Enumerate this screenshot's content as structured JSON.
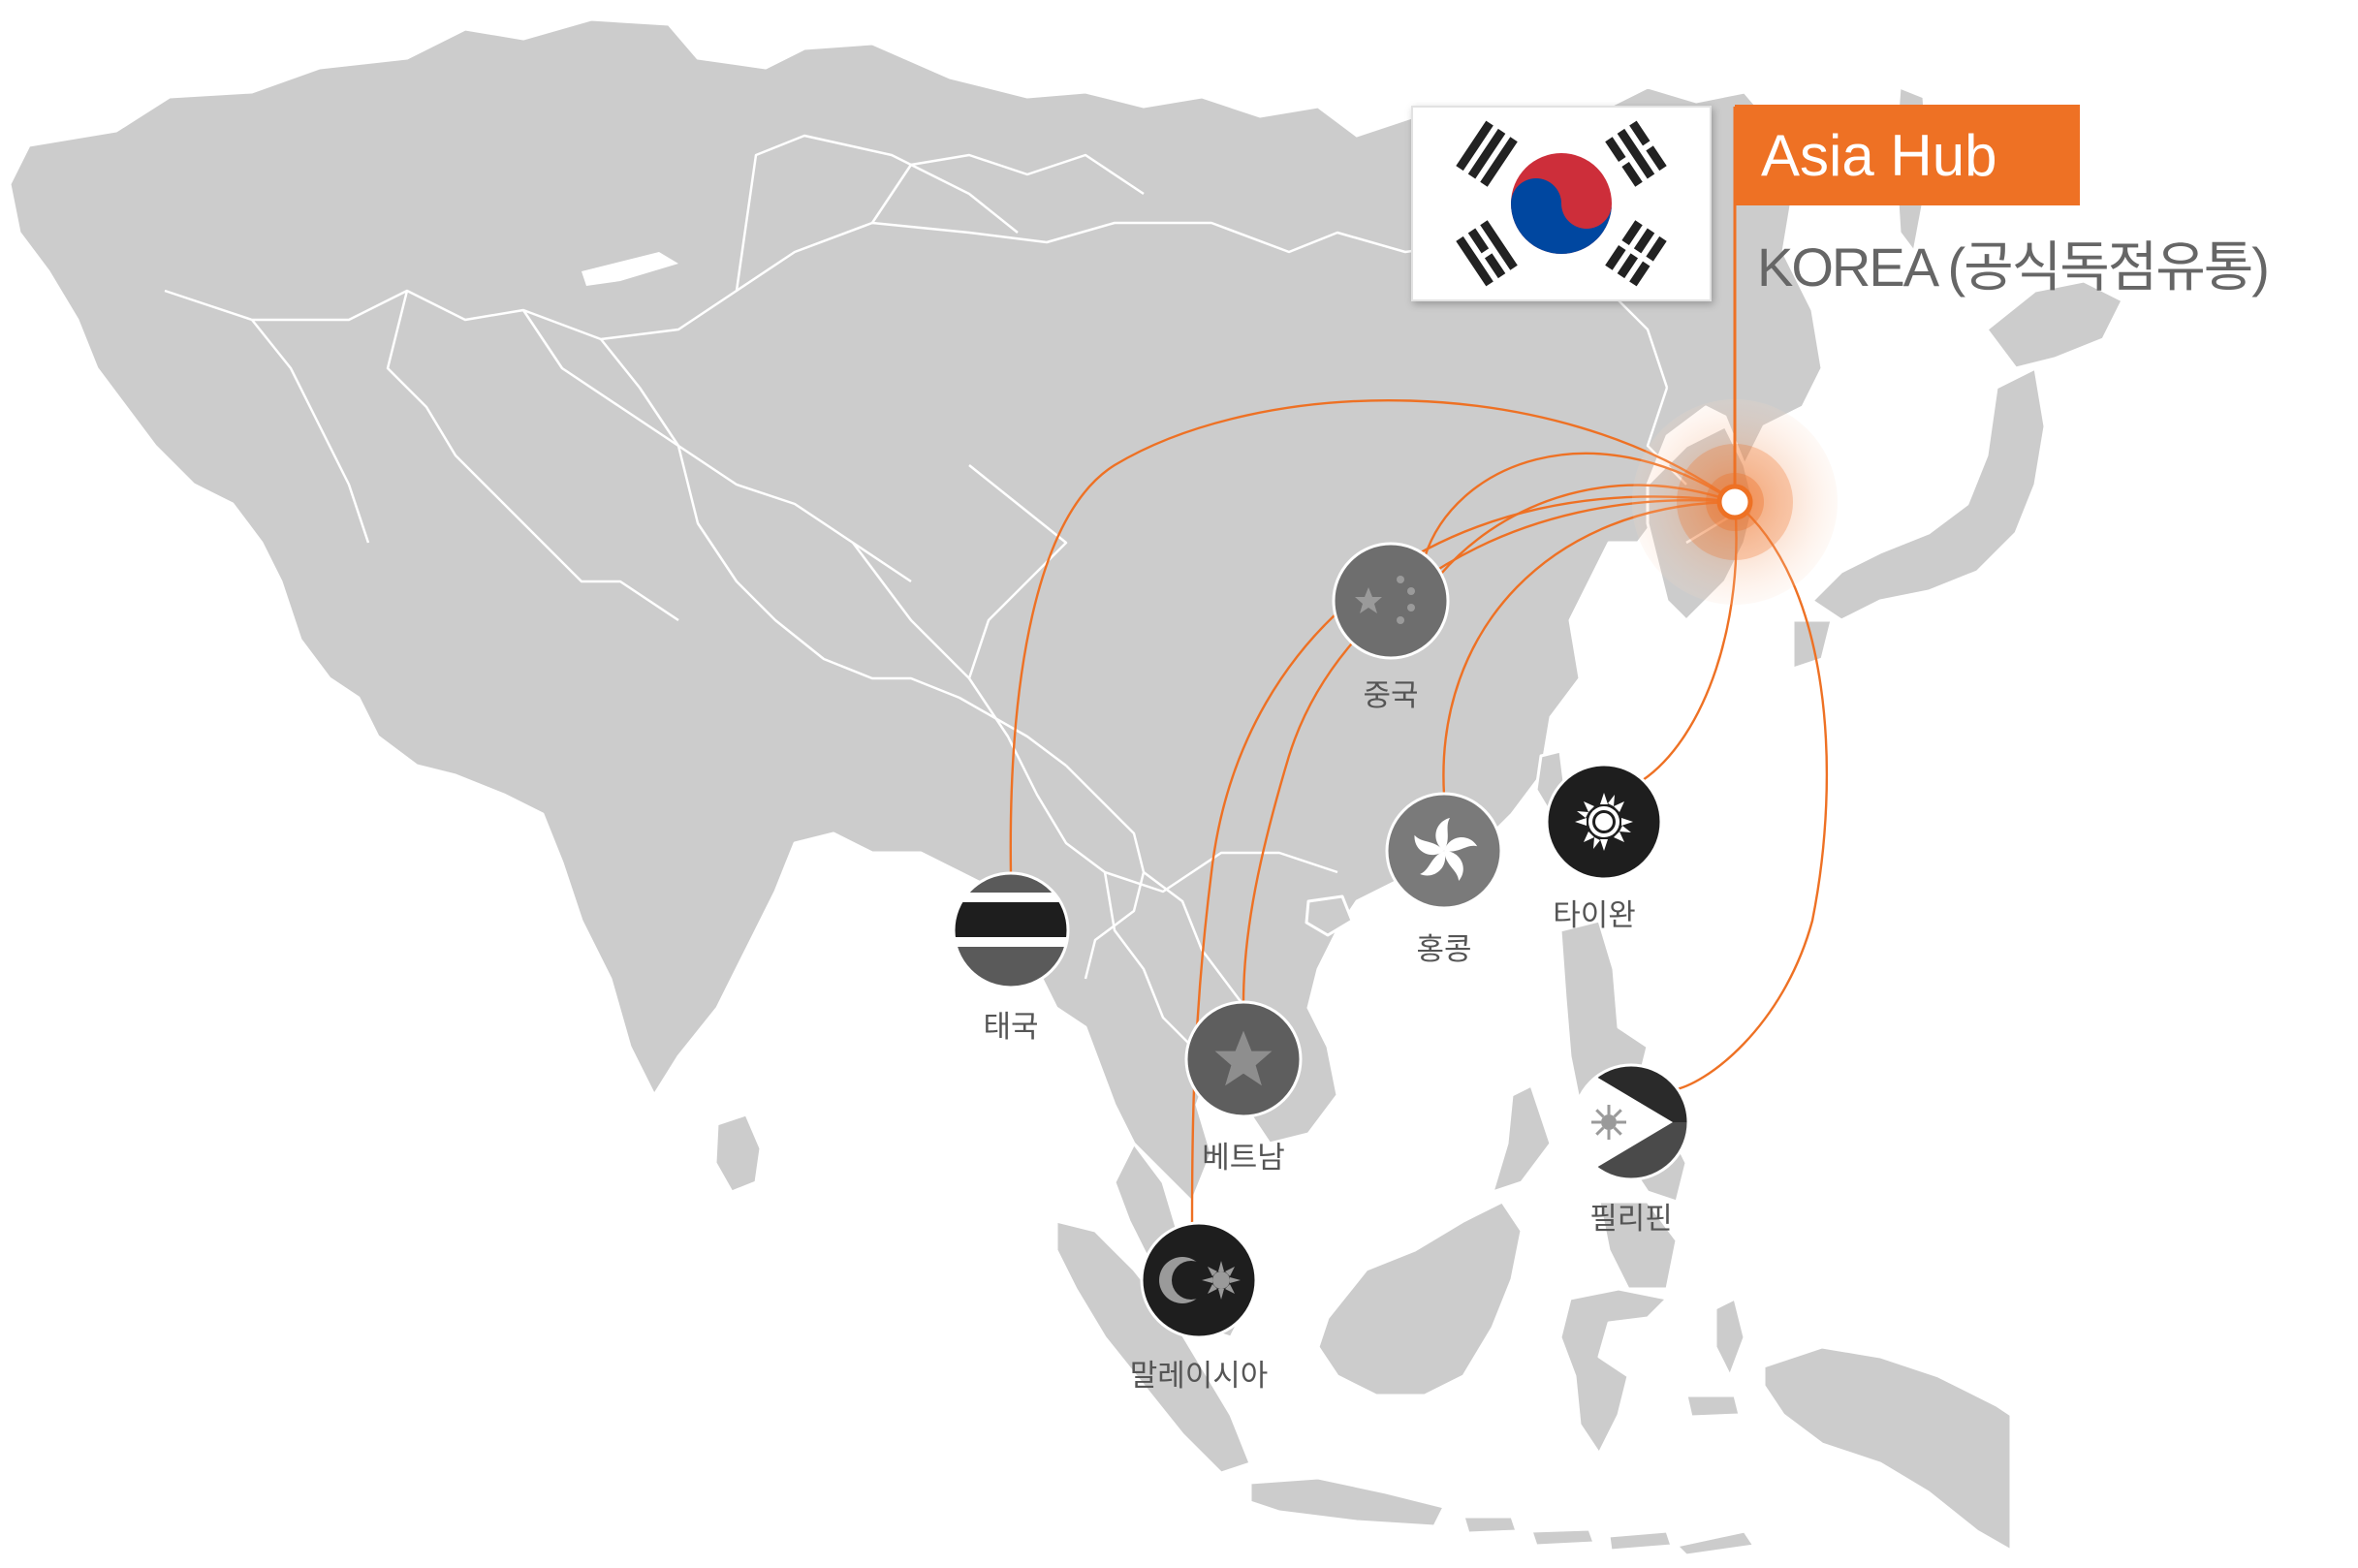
{
  "hub": {
    "title": "Asia Hub",
    "subtitle": "KOREA (공식독점유통)",
    "accent_color": "#ee7124",
    "flag_icon": "south-korea-flag-icon"
  },
  "countries": [
    {
      "id": "china",
      "label": "중국",
      "flag_icon": "china-flag-icon"
    },
    {
      "id": "taiwan",
      "label": "타이완",
      "flag_icon": "taiwan-flag-icon"
    },
    {
      "id": "hongkong",
      "label": "홍콩",
      "flag_icon": "hong-kong-flag-icon"
    },
    {
      "id": "thailand",
      "label": "태국",
      "flag_icon": "thailand-flag-icon"
    },
    {
      "id": "vietnam",
      "label": "베트남",
      "flag_icon": "vietnam-flag-icon"
    },
    {
      "id": "philippines",
      "label": "필리핀",
      "flag_icon": "philippines-flag-icon"
    },
    {
      "id": "malaysia",
      "label": "말레이시아",
      "flag_icon": "malaysia-flag-icon"
    }
  ],
  "colors": {
    "land": "#cccccc",
    "route": "#ee7124",
    "flag_badge": "#666666",
    "label": "#555555"
  }
}
